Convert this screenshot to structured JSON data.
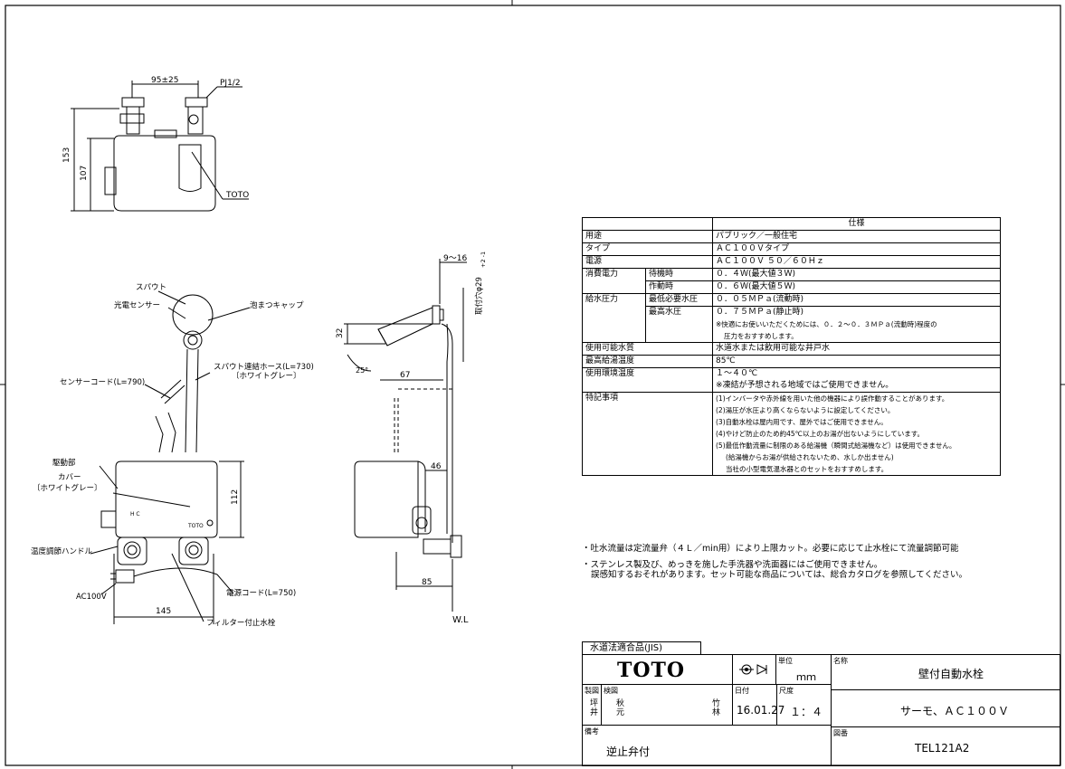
{
  "drawing": {
    "labels": {
      "dim_95": "95±25",
      "thread": "PJ1/2",
      "dim_153": "153",
      "dim_107": "107",
      "brand_front": "TOTO",
      "spout": "スパウト",
      "sensor": "光電センサー",
      "aerator": "泡まつキャップ",
      "hose": "スパウト連結ホース(L=730)",
      "hose_color": "〔ホワイトグレー〕",
      "sensor_cord": "センサーコード(L=790)",
      "drive": "駆動部",
      "cover": "カバー",
      "cover_color": "〔ホワイトグレー〕",
      "temp_handle": "温度調節ハンドル",
      "ac100v": "AC100V",
      "dim_145": "145",
      "dim_112": "112",
      "power_cord": "電源コード(L=750)",
      "filter_valve": "フィルター付止水栓",
      "box_brand": "TOTO",
      "box_hc": "H C",
      "dim_9_16": "9～16",
      "hole": "取付穴φ29",
      "hole_tol": "+2 -1",
      "dim_32": "32",
      "angle_25": "25°",
      "dim_67": "67",
      "dim_46": "46",
      "dim_85": "85",
      "wl": "W.L"
    }
  },
  "spec": {
    "header": "仕様",
    "rows": {
      "use_label": "用途",
      "use_value": "パブリック／一般住宅",
      "type_label": "タイプ",
      "type_value": "ＡＣ１００Ｖタイプ",
      "power_label": "電源",
      "power_value": "ＡＣ１００Ｖ ５０／６０Ｈｚ",
      "consume_label": "消費電力",
      "standby_label": "待機時",
      "standby_value": "０．４Ｗ(最大値３Ｗ)",
      "active_label": "作動時",
      "active_value": "０．６Ｗ(最大値５Ｗ)",
      "pressure_label": "給水圧力",
      "minp_label": "最低必要水圧",
      "minp_value": "０．０５ＭＰａ(流動時)",
      "maxp_label": "最高水圧",
      "maxp_value": "０．７５ＭＰａ(静止時)",
      "maxp_note1": "※快適にお使いいただくためには、０．２～０．３ＭＰａ(流動時)程度の",
      "maxp_note2": "圧力をおすすめします。",
      "water_label": "使用可能水質",
      "water_value": "水道水または飲用可能な井戸水",
      "hot_label": "最高給湯温度",
      "hot_value": "85℃",
      "env_label": "使用環境温度",
      "env_value": "１～４０℃",
      "env_note": "※凍結が予想される地域ではご使用できません。",
      "feat_label": "特記事項",
      "feat": [
        "(1)インバータや赤外線を用いた他の機器により誤作動することがあります。",
        "(2)湯圧が水圧より高くならないように設定してください。",
        "(3)自動水栓は屋内用です、屋外ではご使用できません。",
        "(4)やけど防止のため約45℃以上のお湯が出ないようにしています。",
        "(5)最低作動流量に制限のある給湯機（瞬間式給湯機など）は使用できません。",
        "(給湯機からお湯が供給されないため、水しか出ません)",
        "当社の小型電気温水器とのセットをおすすめします。"
      ]
    }
  },
  "notes": {
    "line1": "・吐水流量は定流量弁（４Ｌ／min用）により上限カット。必要に応じて止水栓にて流量調節可能",
    "line2": "・ステンレス製及び、めっきを施した手洗器や洗面器にはご使用できません。",
    "line3": "誤感知するおそれがあります。セット可能な商品については、総合カタログを参照してください。"
  },
  "titleblock": {
    "jis": "水道法適合品(JIS)",
    "brand": "TOTO",
    "unit_label": "単位",
    "unit_value": "ｍｍ",
    "name_label": "名称",
    "name_value": "壁付自動水栓",
    "made_label": "製図",
    "made_value": "坪井",
    "check_label": "検図",
    "check_value": "秋元",
    "check_value2": "竹林",
    "date_label": "日付",
    "date_value": "16.01.27",
    "scale_label": "尺度",
    "scale_value": "１：４",
    "sub_value": "サーモ、ＡＣ１００Ｖ",
    "remark_label": "備考",
    "remark_value": "逆止弁付",
    "num_label": "図番",
    "num_value": "TEL121A2"
  }
}
